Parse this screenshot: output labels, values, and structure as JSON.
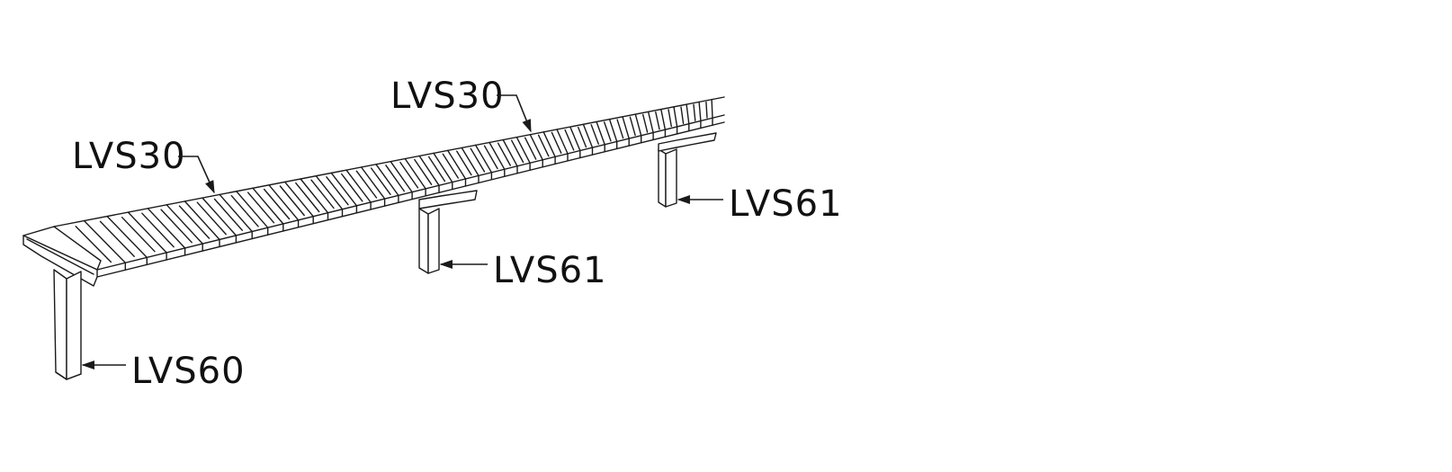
{
  "callouts": [
    {
      "id": "seat-left",
      "label": "LVS30"
    },
    {
      "id": "seat-mid",
      "label": "LVS30"
    },
    {
      "id": "support-mid",
      "label": "LVS61"
    },
    {
      "id": "support-right",
      "label": "LVS61"
    },
    {
      "id": "end-support",
      "label": "LVS60"
    }
  ],
  "colors": {
    "line": "#1a1a1a",
    "background": "#ffffff"
  }
}
